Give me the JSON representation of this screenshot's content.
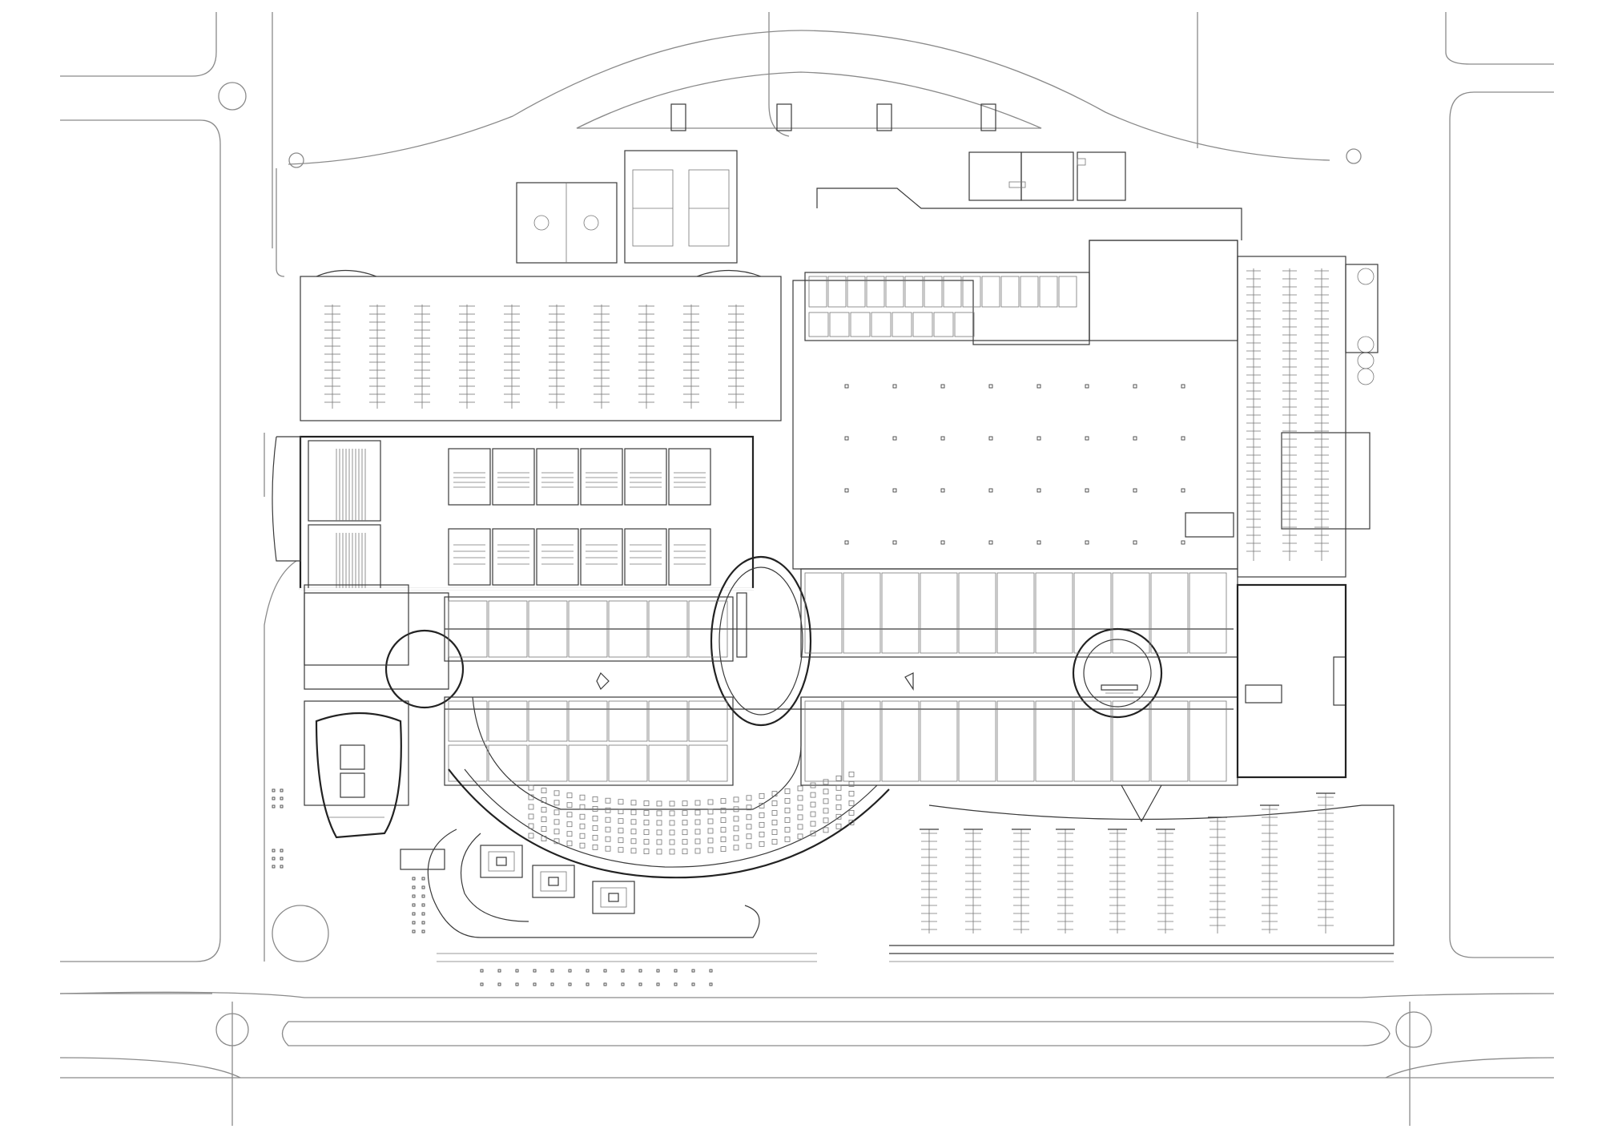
{
  "drawing": {
    "kind": "architectural site plan",
    "line_color": "#3a3a3a",
    "background": "#ffffff",
    "printed_text": []
  },
  "counts": {
    "sports_courts_north": 4,
    "courts_northeast": 3,
    "roundabouts": 4,
    "lecture_halls_west": 2,
    "parking_rows_north": 10,
    "parking_rows_southeast": 9,
    "rooftop_pavilions_south": 3
  }
}
